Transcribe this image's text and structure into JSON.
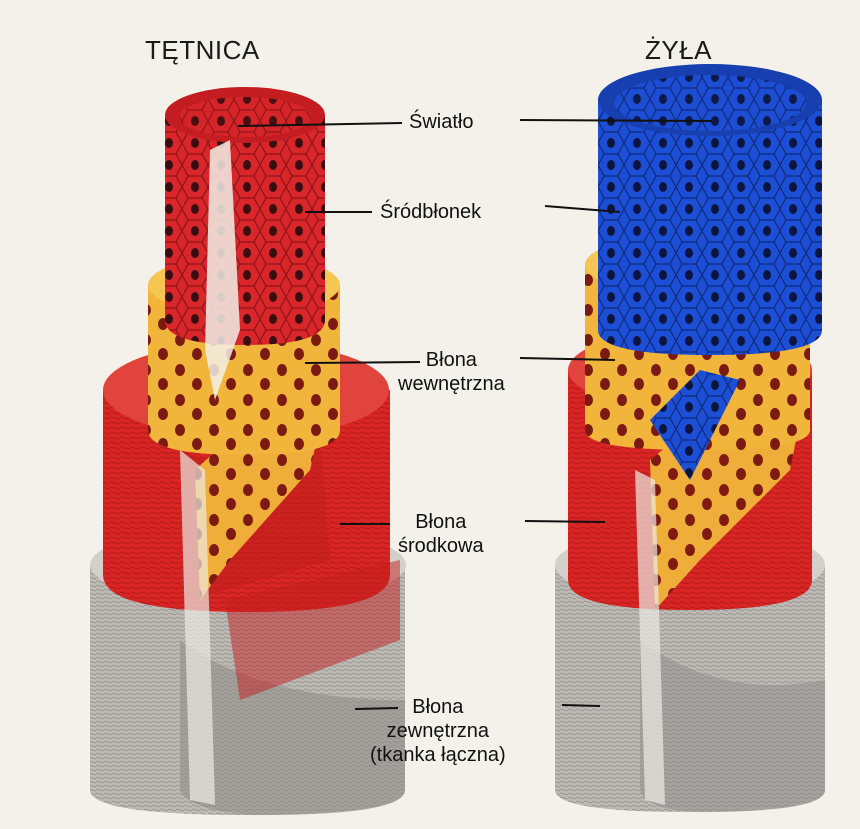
{
  "titles": {
    "artery": "TĘTNICA",
    "vein": "ŻYŁA"
  },
  "labels": {
    "lumen": "Światło",
    "endothelium": "Śródbłonek",
    "intima": [
      "Błona",
      "wewnętrzna"
    ],
    "media": [
      "Błona",
      "środkowa"
    ],
    "adventitia": [
      "Błona",
      "zewnętrzna",
      "(tkanka łączna)"
    ]
  },
  "colors": {
    "artery_inner": "#d8262a",
    "vein_inner": "#1d4fd6",
    "elastic_layer": "#f0b53a",
    "muscle_layer": "#d92624",
    "outer_layer": "#b9b6b2"
  }
}
